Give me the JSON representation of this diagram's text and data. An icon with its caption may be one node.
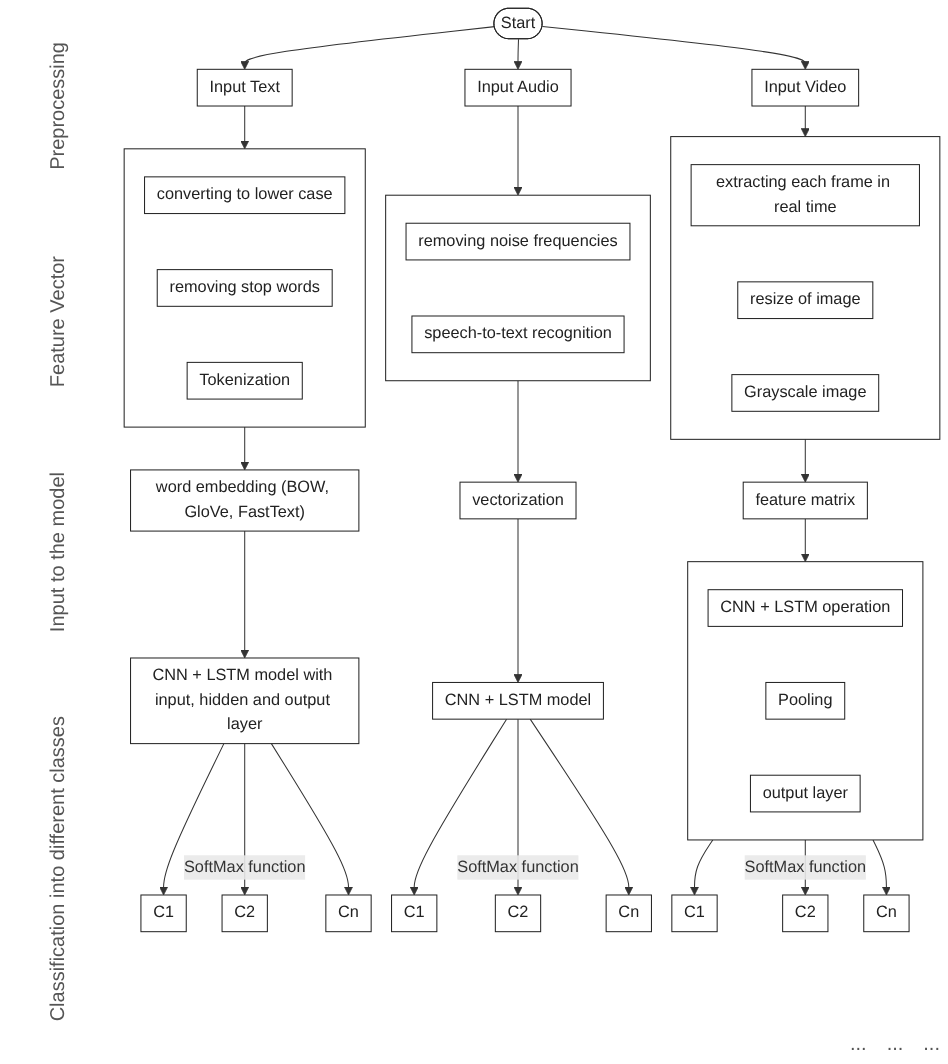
{
  "diagram": {
    "nodes": [
      {
        "text": [
          "Start"
        ]
      },
      {
        "text": [
          "Input Text"
        ]
      },
      {
        "text": [
          "Input Audio"
        ]
      },
      {
        "text": [
          "Input Video"
        ]
      },
      {
        "text": [],
        "shape": "box"
      },
      {
        "text": [
          "converting to lower case"
        ],
        "in": 4
      },
      {
        "text": [
          "removing stop words"
        ],
        "in": 4
      },
      {
        "text": [
          "Tokenization"
        ],
        "in": 4
      },
      {
        "text": [],
        "shape": "box"
      },
      {
        "text": [
          "removing noise frequencies"
        ],
        "in": 8
      },
      {
        "text": [
          "speech-to-text recognition"
        ],
        "in": 8
      },
      {
        "text": [],
        "shape": "box"
      },
      {
        "text": [
          "extracting each frame in real time"
        ],
        "in": 11
      },
      {
        "text": [
          "resize of image"
        ],
        "in": 11
      },
      {
        "text": [
          "Grayscale image"
        ],
        "in": 11
      },
      {
        "text": [
          "word embedding (BOW, GloVe, FastText)"
        ]
      },
      {
        "text": [
          "vectorization"
        ]
      },
      {
        "text": [
          "feature matrix"
        ]
      },
      {
        "text": [
          "CNN + LSTM model with input, hidden and output layer"
        ]
      },
      {
        "text": [
          "CNN + LSTM model"
        ]
      },
      {
        "text": [],
        "shape": "box"
      },
      {
        "text": [
          "CNN + LSTM operation"
        ],
        "in": 20
      },
      {
        "text": [
          "Pooling"
        ],
        "in": 20
      },
      {
        "text": [
          "output layer"
        ],
        "in": 20
      },
      {
        "text": [
          "C1"
        ]
      },
      {
        "text": [
          "C2"
        ]
      },
      {
        "text": [
          "Cn"
        ]
      },
      {
        "text": [
          "C1"
        ]
      },
      {
        "text": [
          "C2"
        ]
      },
      {
        "text": [
          "Cn"
        ]
      },
      {
        "text": [
          "C1"
        ]
      },
      {
        "text": [
          "C2"
        ]
      },
      {
        "text": [
          "Cn"
        ]
      }
    ],
    "edges": [
      {
        "from": 0,
        "to": 1,
        "arrow": "to"
      },
      {
        "from": 0,
        "to": 2,
        "arrow": "to"
      },
      {
        "from": 0,
        "to": 3,
        "arrow": "to"
      },
      {
        "from": 1,
        "to": 4,
        "arrow": "to"
      },
      {
        "from": 2,
        "to": 8,
        "arrow": "to"
      },
      {
        "from": 3,
        "to": 11,
        "arrow": "to"
      },
      {
        "from": 4,
        "to": 15,
        "arrow": "to"
      },
      {
        "from": 8,
        "to": 16,
        "arrow": "to"
      },
      {
        "from": 11,
        "to": 17,
        "arrow": "to"
      },
      {
        "from": 15,
        "to": 18,
        "arrow": "to"
      },
      {
        "from": 16,
        "to": 19,
        "arrow": "to"
      },
      {
        "from": 17,
        "to": 20,
        "arrow": "to"
      },
      {
        "from": 18,
        "to": 24,
        "arrow": "to"
      },
      {
        "from": 18,
        "to": 25,
        "arrow": "to",
        "label": "SoftMax function"
      },
      {
        "from": 18,
        "to": 26,
        "arrow": "to"
      },
      {
        "from": 19,
        "to": 27,
        "arrow": "to"
      },
      {
        "from": 19,
        "to": 28,
        "arrow": "to",
        "label": "SoftMax function"
      },
      {
        "from": 19,
        "to": 29,
        "arrow": "to"
      },
      {
        "from": 20,
        "to": 30,
        "arrow": "to"
      },
      {
        "from": 20,
        "to": 31,
        "arrow": "to",
        "label": "SoftMax function"
      },
      {
        "from": 20,
        "to": 32,
        "arrow": "to"
      }
    ],
    "labels": [
      "Preprocessing",
      "Feature Vector",
      "Input to the model",
      "Classification into different classes",
      "...",
      "...",
      "..."
    ]
  }
}
